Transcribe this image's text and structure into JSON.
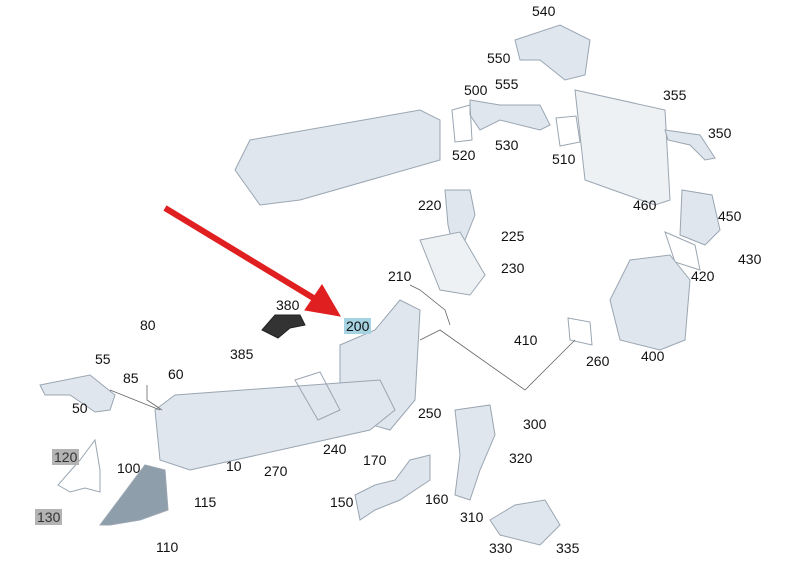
{
  "diagram": {
    "highlighted_part": "200",
    "colors": {
      "arrow": "#e02020",
      "highlight": "#a6d3e2",
      "muted_label": "#b3b3b3",
      "part": "#dfe6ee"
    },
    "labels": [
      {
        "id": "l540",
        "text": "540"
      },
      {
        "id": "l550",
        "text": "550"
      },
      {
        "id": "l555",
        "text": "555"
      },
      {
        "id": "l500",
        "text": "500"
      },
      {
        "id": "l520",
        "text": "520"
      },
      {
        "id": "l530",
        "text": "530"
      },
      {
        "id": "l510",
        "text": "510"
      },
      {
        "id": "l355",
        "text": "355"
      },
      {
        "id": "l350",
        "text": "350"
      },
      {
        "id": "l460",
        "text": "460"
      },
      {
        "id": "l450",
        "text": "450"
      },
      {
        "id": "l430",
        "text": "430"
      },
      {
        "id": "l420",
        "text": "420"
      },
      {
        "id": "l220",
        "text": "220"
      },
      {
        "id": "l225",
        "text": "225"
      },
      {
        "id": "l230",
        "text": "230"
      },
      {
        "id": "l210",
        "text": "210"
      },
      {
        "id": "l380",
        "text": "380"
      },
      {
        "id": "l200",
        "text": "200"
      },
      {
        "id": "l80",
        "text": "80"
      },
      {
        "id": "l55",
        "text": "55"
      },
      {
        "id": "l85",
        "text": "85"
      },
      {
        "id": "l60",
        "text": "60"
      },
      {
        "id": "l50",
        "text": "50"
      },
      {
        "id": "l385",
        "text": "385"
      },
      {
        "id": "l410",
        "text": "410"
      },
      {
        "id": "l260",
        "text": "260"
      },
      {
        "id": "l400",
        "text": "400"
      },
      {
        "id": "l250",
        "text": "250"
      },
      {
        "id": "l300",
        "text": "300"
      },
      {
        "id": "l240",
        "text": "240"
      },
      {
        "id": "l270",
        "text": "270"
      },
      {
        "id": "l10",
        "text": "10"
      },
      {
        "id": "l100",
        "text": "100"
      },
      {
        "id": "l115",
        "text": "115"
      },
      {
        "id": "l120",
        "text": "120"
      },
      {
        "id": "l130",
        "text": "130"
      },
      {
        "id": "l170",
        "text": "170"
      },
      {
        "id": "l320",
        "text": "320"
      },
      {
        "id": "l160",
        "text": "160"
      },
      {
        "id": "l150",
        "text": "150"
      },
      {
        "id": "l310",
        "text": "310"
      },
      {
        "id": "l330",
        "text": "330"
      },
      {
        "id": "l335",
        "text": "335"
      },
      {
        "id": "l110",
        "text": "110"
      }
    ]
  }
}
